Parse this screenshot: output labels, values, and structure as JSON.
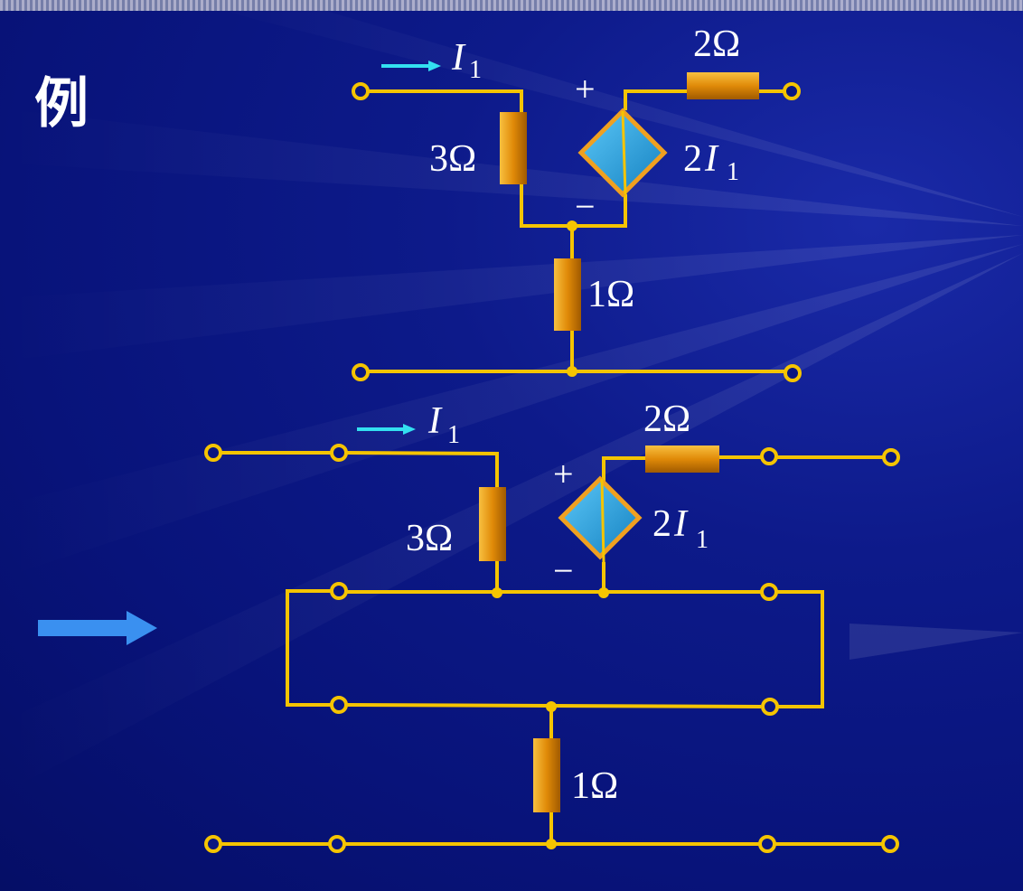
{
  "heading": "例",
  "top_circuit": {
    "current_label": "I",
    "current_sub": "1",
    "r_3": "3Ω",
    "r_2": "2Ω",
    "r_1": "1Ω",
    "source_coef": "2",
    "source_var": "I",
    "source_sub": "1",
    "plus": "+",
    "minus": "−"
  },
  "bottom_circuit": {
    "current_label": "I",
    "current_sub": "1",
    "r_3": "3Ω",
    "r_2": "2Ω",
    "r_1": "1Ω",
    "source_coef": "2",
    "source_var": "I",
    "source_sub": "1",
    "plus": "+",
    "minus": "−"
  },
  "colors": {
    "wire": "#f5c400",
    "resistor": "#e89a10",
    "source_fill": "#2aa6e0",
    "source_border": "#f0a020",
    "current_arrow": "#33e0f0",
    "big_arrow": "#3a90f0"
  }
}
